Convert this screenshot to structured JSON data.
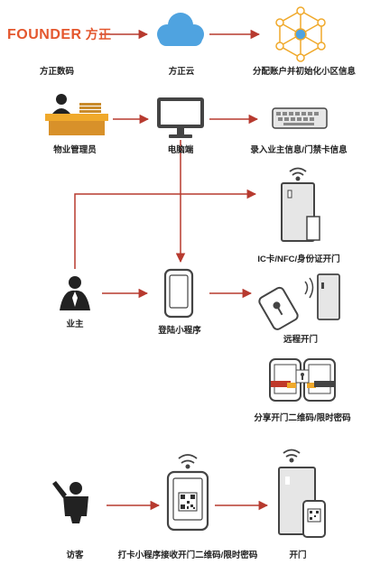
{
  "brand": {
    "name": "FOUNDER",
    "name_cn": "方正",
    "color": "#e4572e"
  },
  "colors": {
    "arrow": "#b73a2f",
    "cloud": "#4fa3e0",
    "network": "#f0a92b",
    "icon_gray": "#444444",
    "light_gray": "#e6e6e6"
  },
  "labels": {
    "founder_digital": "方正数码",
    "founder_cloud": "方正云",
    "assign_accounts": "分配账户并初始化小区信息",
    "property_admin": "物业管理员",
    "computer": "电脑端",
    "enter_info": "录入业主信息/门禁卡信息",
    "card_open": "IC卡/NFC/身份证开门",
    "owner": "业主",
    "mini_program_login": "登陆小程序",
    "remote_open": "远程开门",
    "share_qr": "分享开门二维码/限时密码",
    "visitor": "访客",
    "visitor_receive": "打卡小程序接收开门二维码/限时密码",
    "open_door": "开门"
  },
  "icons": [
    "cloud-icon",
    "network-icon",
    "admin-desk-icon",
    "monitor-icon",
    "keyboard-icon",
    "door-reader-icon",
    "owner-icon",
    "phone-icon",
    "remote-unlock-icon",
    "share-phones-icon",
    "visitor-icon",
    "wifi-icon",
    "qr-code-icon"
  ]
}
